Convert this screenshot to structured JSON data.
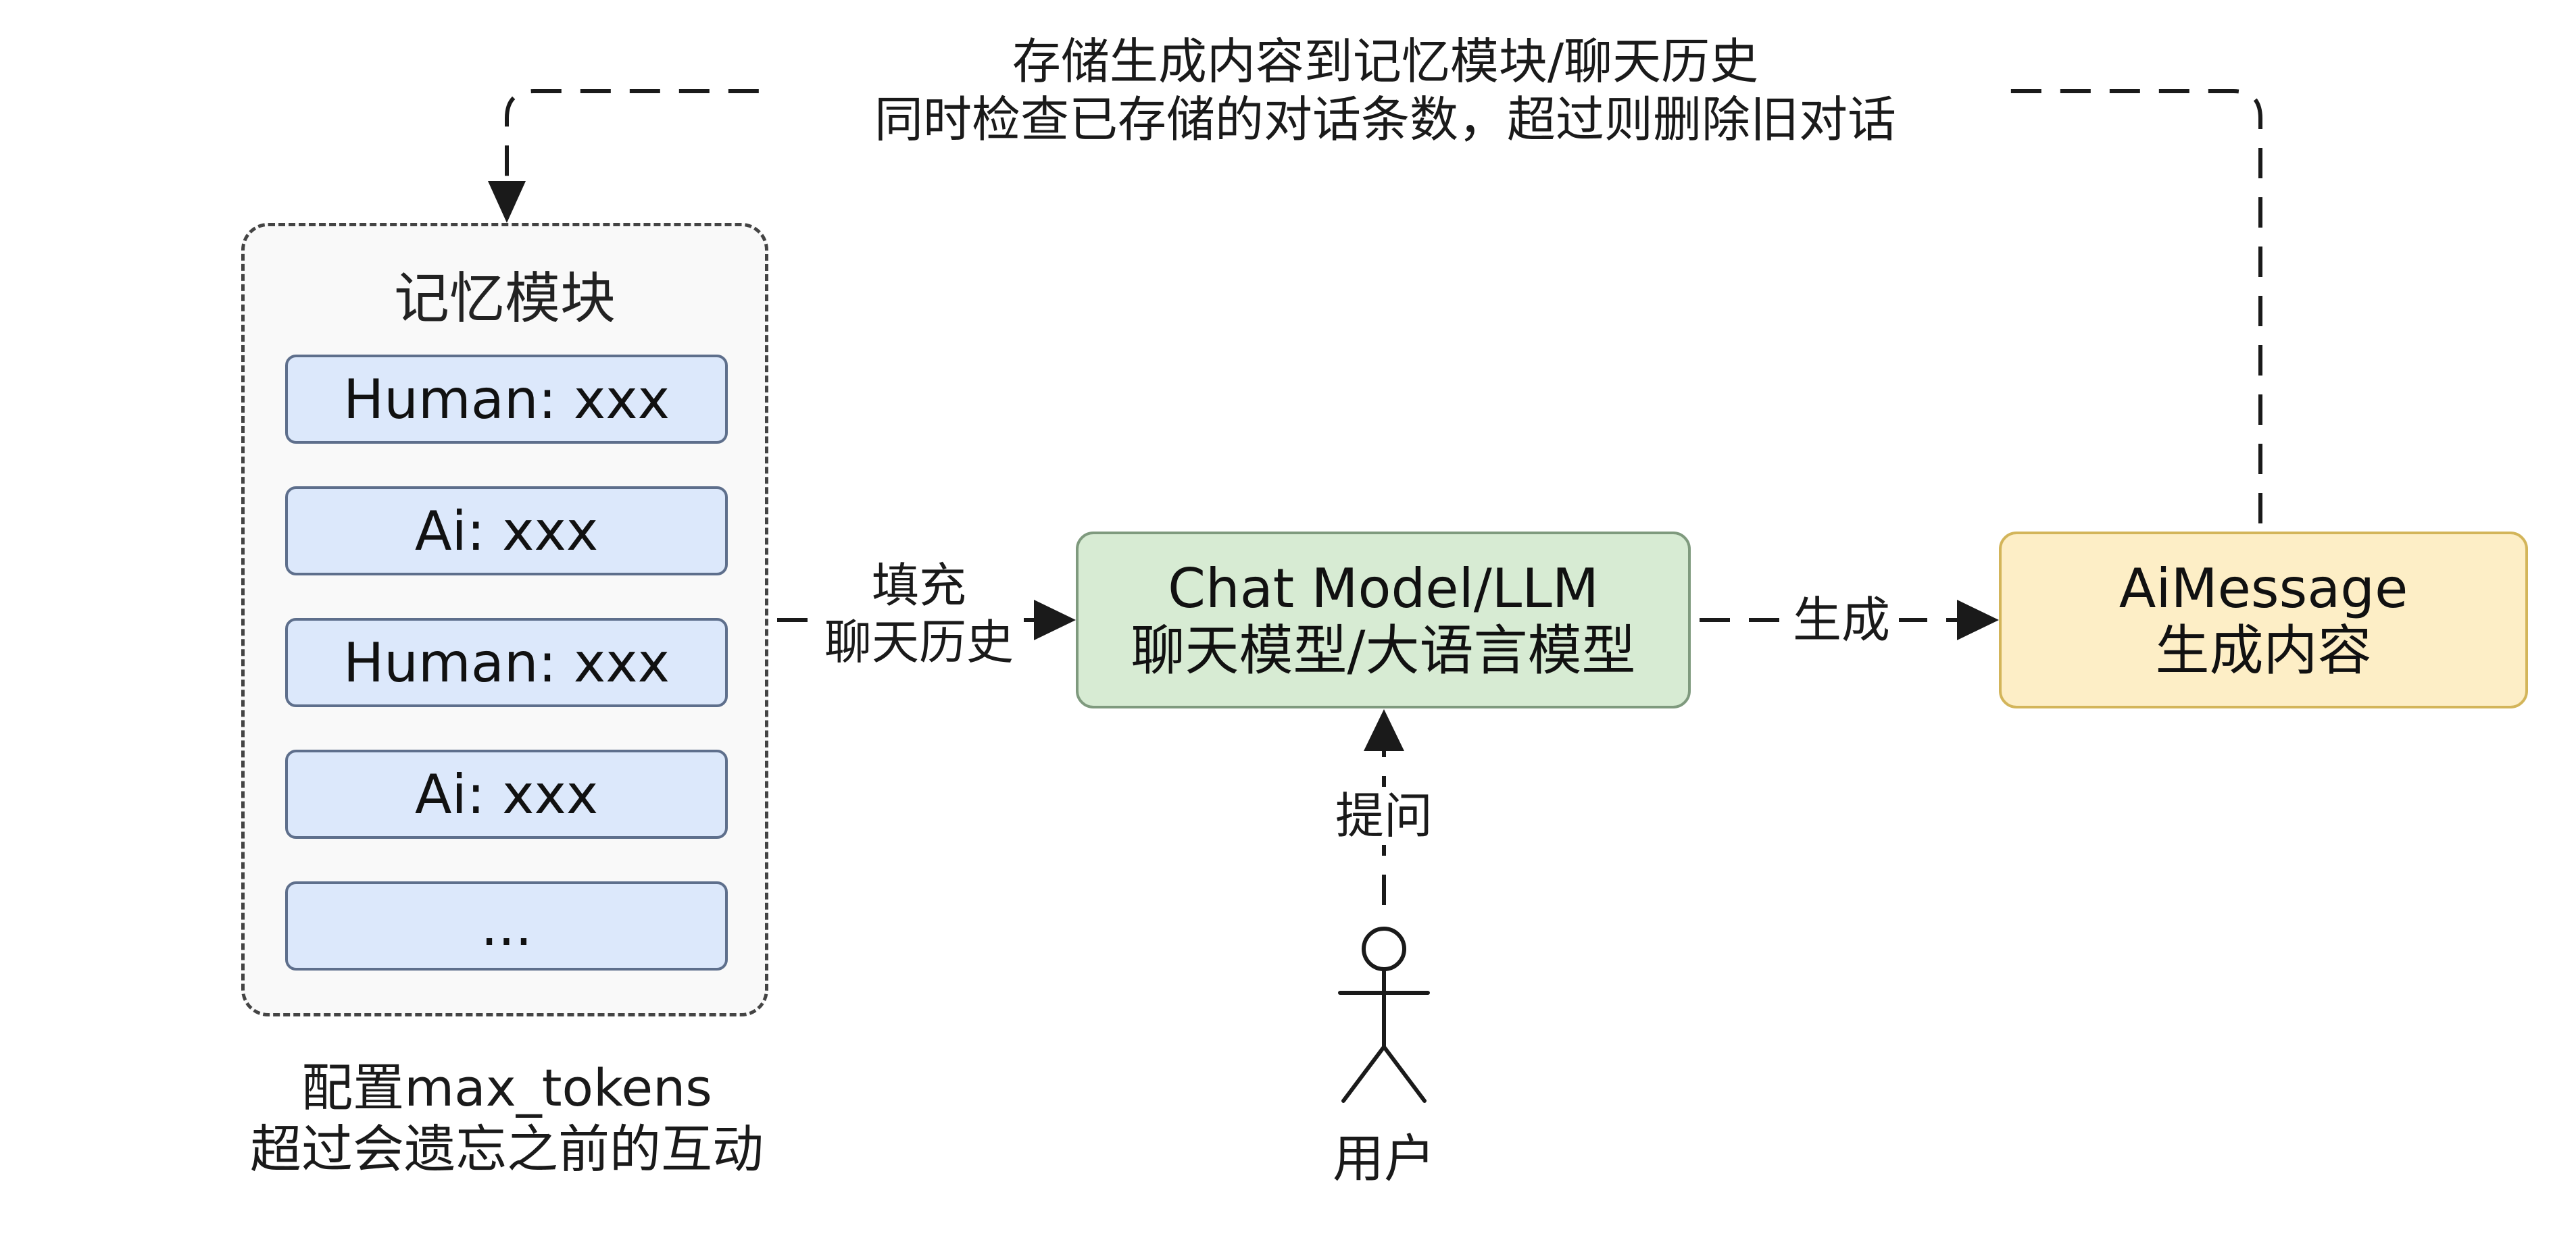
{
  "top_note": {
    "line1": "存储生成内容到记忆模块/聊天历史",
    "line2": "同时检查已存储的对话条数，超过则删除旧对话"
  },
  "memory_module": {
    "title": "记忆模块",
    "items": [
      "Human: xxx",
      "Ai: xxx",
      "Human: xxx",
      "Ai: xxx",
      "..."
    ]
  },
  "memory_note": {
    "line1": "配置max_tokens",
    "line2": "超过会遗忘之前的互动"
  },
  "fill_edge": {
    "line1": "填充",
    "line2": "聊天历史"
  },
  "llm_node": {
    "line1": "Chat Model/LLM",
    "line2": "聊天模型/大语言模型"
  },
  "generate_edge": {
    "label": "生成"
  },
  "ai_node": {
    "line1": "AiMessage",
    "line2": "生成内容"
  },
  "ask_edge": {
    "label": "提问"
  },
  "user": {
    "label": "用户"
  },
  "colors": {
    "memory_item_fill": "#dce8fb",
    "memory_item_border": "#5e6f8c",
    "llm_fill": "#d7ebd3",
    "llm_border": "#7f9a7e",
    "ai_fill": "#fdeec6",
    "ai_border": "#d3b55a",
    "line": "#1a1a1a"
  },
  "icons": {
    "user": "stick-figure-icon"
  }
}
